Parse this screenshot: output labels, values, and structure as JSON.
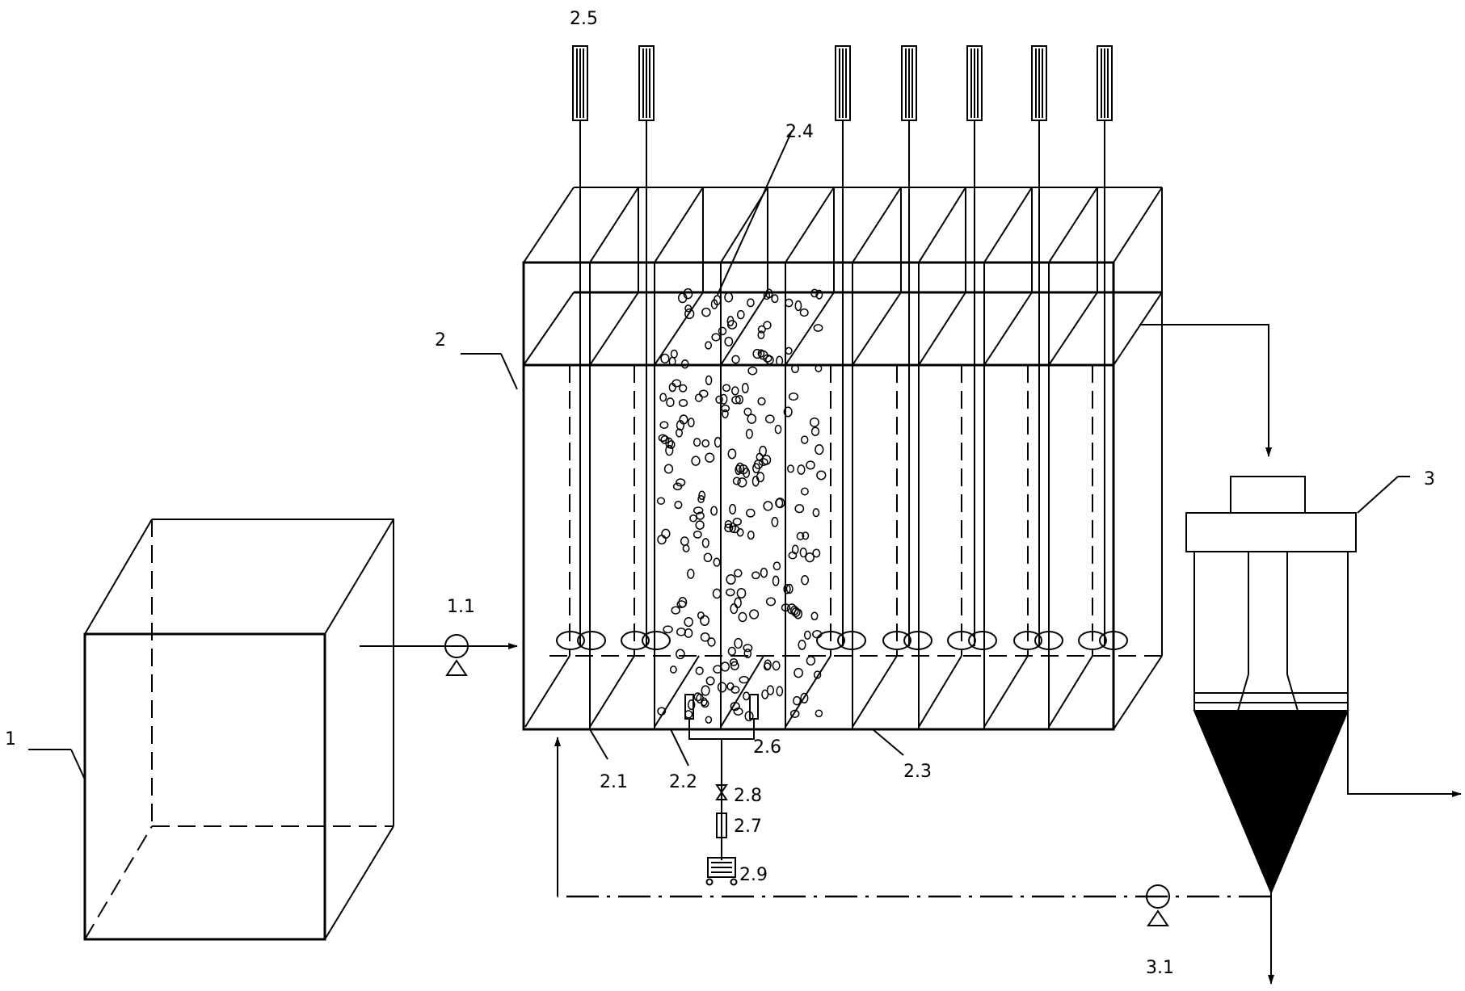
{
  "labels": {
    "tank": "1",
    "reactor": "2",
    "separator": "3",
    "pump_in": "1.1",
    "pump_return": "3.1",
    "part_2_1": "2.1",
    "part_2_2": "2.2",
    "part_2_3": "2.3",
    "part_2_4": "2.4",
    "part_2_5": "2.5",
    "part_2_6": "2.6",
    "part_2_7": "2.7",
    "part_2_8": "2.8",
    "part_2_9": "2.9"
  }
}
